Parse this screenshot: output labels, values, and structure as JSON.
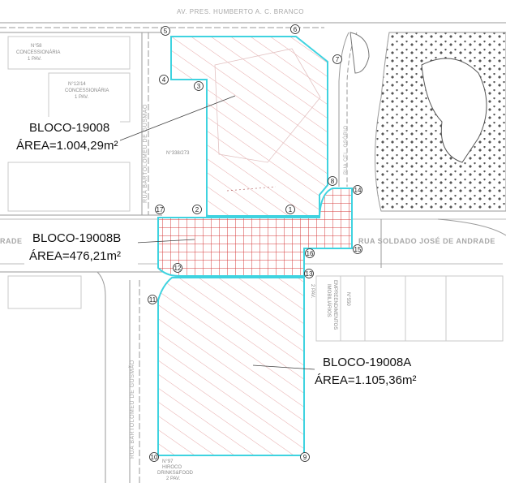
{
  "streets": {
    "top": "AV. PRES. HUMBERTO A. C. BRANCO",
    "right_horizontal": "RUA SOLDADO JOSÉ DE ANDRADE",
    "left_horizontal": "RADE",
    "bartolomeu_upper": "RUA BARTOLOMEU DE GUSMÃO",
    "bartolomeu_lower": "RUA BARTOLOMEU DE GUSMÃO",
    "cel_osorio": "RUA CEL. OSÓRIO"
  },
  "blocks": [
    {
      "name": "BLOCO-19008",
      "area": "ÁREA=1.004,29m²"
    },
    {
      "name": "BLOCO-19008B",
      "area": "ÁREA=476,21m²"
    },
    {
      "name": "BLOCO-19008A",
      "area": "ÁREA=1.105,36m²"
    }
  ],
  "vertices": [
    "1",
    "2",
    "3",
    "4",
    "5",
    "6",
    "7",
    "8",
    "9",
    "10",
    "11",
    "12",
    "13",
    "14",
    "15",
    "16",
    "17"
  ],
  "annotations": {
    "lot_338": "N°338/273",
    "lot_97": "N°97",
    "hiroco": "HIROCO",
    "drinks": "DRINKS&FOOD",
    "pav2": "2 PAV.",
    "concess1_a": "N°58",
    "concess1_b": "CONCESSIONÁRIA",
    "concess1_c": "1 PAV.",
    "concess2_a": "N°12/14",
    "concess2_b": "CONCESSIONÁRIA",
    "concess2_c": "1 PAV.",
    "empreend": "N°550",
    "empreend_b": "EMPREENDIMENTOS",
    "empreend_c": "IMOBILIÁRIOS",
    "pav2_right": "2 PAV."
  },
  "colors": {
    "boundary": "#3fd3e0",
    "hatch": "#e7a9a9",
    "grid": "#d63a3a",
    "street": "#9a9a9a"
  }
}
